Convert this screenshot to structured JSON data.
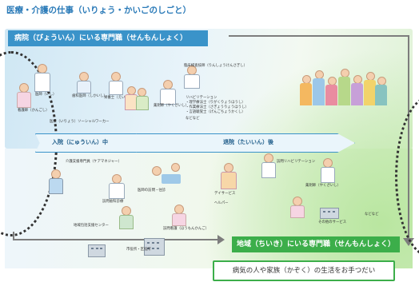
{
  "title": "医療・介護の仕事（いりょう・かいごのしごと）",
  "banner_hospital": "病院（びょういん）にいる専門職（せんもんしょく）",
  "banner_community": "地域（ちいき）にいる専門職（せんもんしょく）",
  "bottom_caption": "病気の人や家族（かぞく）の生活をお手つだい",
  "timeline": {
    "admission": "入院（にゅういん）中",
    "discharge": "退院（たいいん）後"
  },
  "top_labels": {
    "doctor": "医師（いし）",
    "dentist": "歯科医師（しかいし）",
    "nurse": "看護師（かんごし）",
    "dietitian": "栄養士（えいようし）",
    "pharmacist": "薬剤師（やくざいし）",
    "social_worker": "医療（いりょう）ソーシャルワーカー",
    "clinical_lab": "臨床検査技師（りんしょうけんさぎし）",
    "rehab_title": "リハビリテーション",
    "rehab_pt": "・理学療法士（りがくりょうほうし）",
    "rehab_ot": "・作業療法士（さぎょうりょうほうし）",
    "rehab_st": "・言語聴覚士（げんごちょうかくし）",
    "etc": "などなど"
  },
  "bottom_labels": {
    "care_manager": "介護支援専門員（ケアマネジャー）",
    "home_doctor": "医師の訪問・往診",
    "home_dentist": "訪問歯科診療",
    "visiting_nurse": "訪問看護（ほうもんかんご）",
    "day_service": "デイサービス",
    "helper": "ヘルパー",
    "visit_rehab": "訪問リハビリテーション",
    "visit_pharmacist": "薬剤師（やくざいし）",
    "city_center": "地域包括支援センター",
    "municipal": "市役所・区役所",
    "other_services": "その他のサービス",
    "etc2": "などなど"
  },
  "colors": {
    "blue": "#3a93c9",
    "green": "#3cae4a",
    "arrow_gray": "#7d7d7d"
  }
}
